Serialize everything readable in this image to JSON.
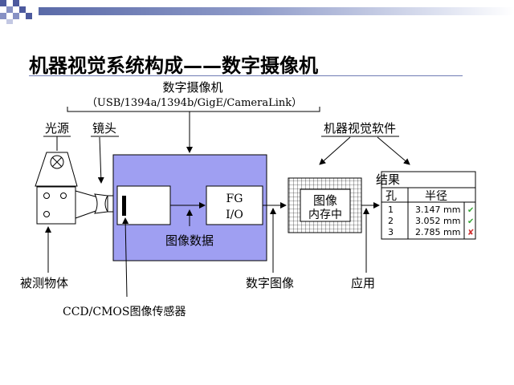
{
  "slide": {
    "title": "机器视觉系统构成——数字摄像机"
  },
  "labels": {
    "camera_title": "数字摄像机",
    "interfaces": "（USB/1394a/1394b/GigE/CameraLink）",
    "light_source": "光源",
    "lens": "镜头",
    "software": "机器视觉软件",
    "fg_line1": "FG",
    "fg_line2": "I/O",
    "image_data": "图像数据",
    "memory_line1": "图像",
    "memory_line2": "内存中",
    "object": "被测物体",
    "sensor": "CCD/CMOS图像传感器",
    "digital_image": "数字图像",
    "application": "应用"
  },
  "results": {
    "title": "结果",
    "col_hole": "孔",
    "col_radius": "半径",
    "rows": [
      {
        "id": "1",
        "value": "3.147 mm",
        "status": "pass"
      },
      {
        "id": "2",
        "value": "3.052 mm",
        "status": "pass"
      },
      {
        "id": "3",
        "value": "2.785 mm",
        "status": "fail"
      }
    ]
  },
  "colors": {
    "camera_fill": "#9f9ff2",
    "pass": "#3aa83a",
    "fail": "#d03030",
    "rule": "#6f7bb4"
  }
}
